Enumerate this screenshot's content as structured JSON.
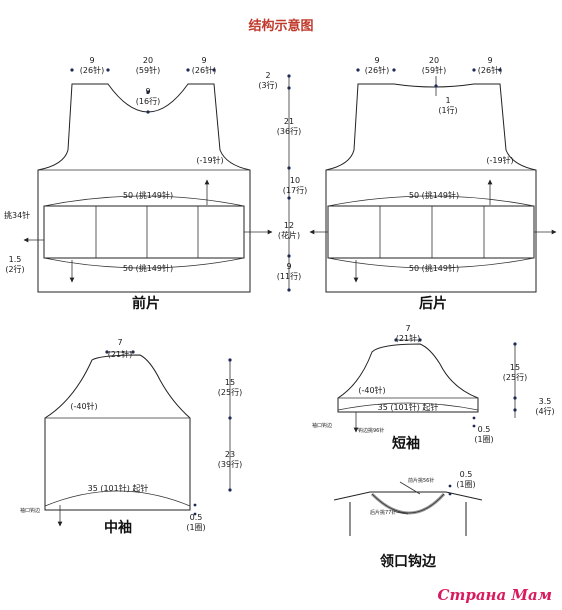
{
  "title": "结构示意图",
  "front": {
    "label": "前片",
    "top_left": [
      "9",
      "(26针)"
    ],
    "top_mid": [
      "20",
      "(59针)"
    ],
    "top_right": [
      "9",
      "(26针)"
    ],
    "neck_depth": [
      "9",
      "(16行)"
    ],
    "decrease": "(-19针)",
    "band_top": "50 (挑149针)",
    "band_bottom": "50 (挑149针)",
    "pickup_side": "挑34针",
    "side_edge": [
      "1.5",
      "(2行)"
    ]
  },
  "back": {
    "label": "后片",
    "top_left": [
      "9",
      "(26针)"
    ],
    "top_mid": [
      "20",
      "(59针)"
    ],
    "top_right": [
      "9",
      "(26针)"
    ],
    "neck_depth": [
      "1",
      "(1行)"
    ],
    "decrease": "(-19针)",
    "band_top": "50 (挑149针)",
    "band_bottom": "50 (挑149针)"
  },
  "vertical_measures": [
    [
      "2",
      "(3行)"
    ],
    [
      "21",
      "(36行)"
    ],
    [
      "10",
      "(17行)"
    ],
    [
      "12",
      "(花片)"
    ],
    [
      "9",
      "(11行)"
    ]
  ],
  "mid_sleeve": {
    "label": "中袖",
    "top": [
      "7",
      "(21针)"
    ],
    "cap_height": [
      "15",
      "(25行)"
    ],
    "decrease": "(-40针)",
    "body_height": [
      "23",
      "(39行)"
    ],
    "start": "35 (101针) 起针",
    "cuff": "袖口钩边",
    "edge": [
      "0.5",
      "(1圈)"
    ]
  },
  "short_sleeve": {
    "label": "短袖",
    "top": [
      "7",
      "(21针)"
    ],
    "cap_height": [
      "15",
      "(25行)"
    ],
    "decrease": "(-40针)",
    "start": "35 (101针) 起针",
    "cuff": "袖口钩边",
    "pickup": "钩边挑96针",
    "body_height": [
      "3.5",
      "(4行)"
    ],
    "edge": [
      "0.5",
      "(1圈)"
    ]
  },
  "neckline": {
    "label": "领口钩边",
    "front_pickup": "前片挑56针",
    "back_pickup": "后片挑77针",
    "edge": [
      "0.5",
      "(1圈)"
    ]
  },
  "watermark": "Страна Мам"
}
